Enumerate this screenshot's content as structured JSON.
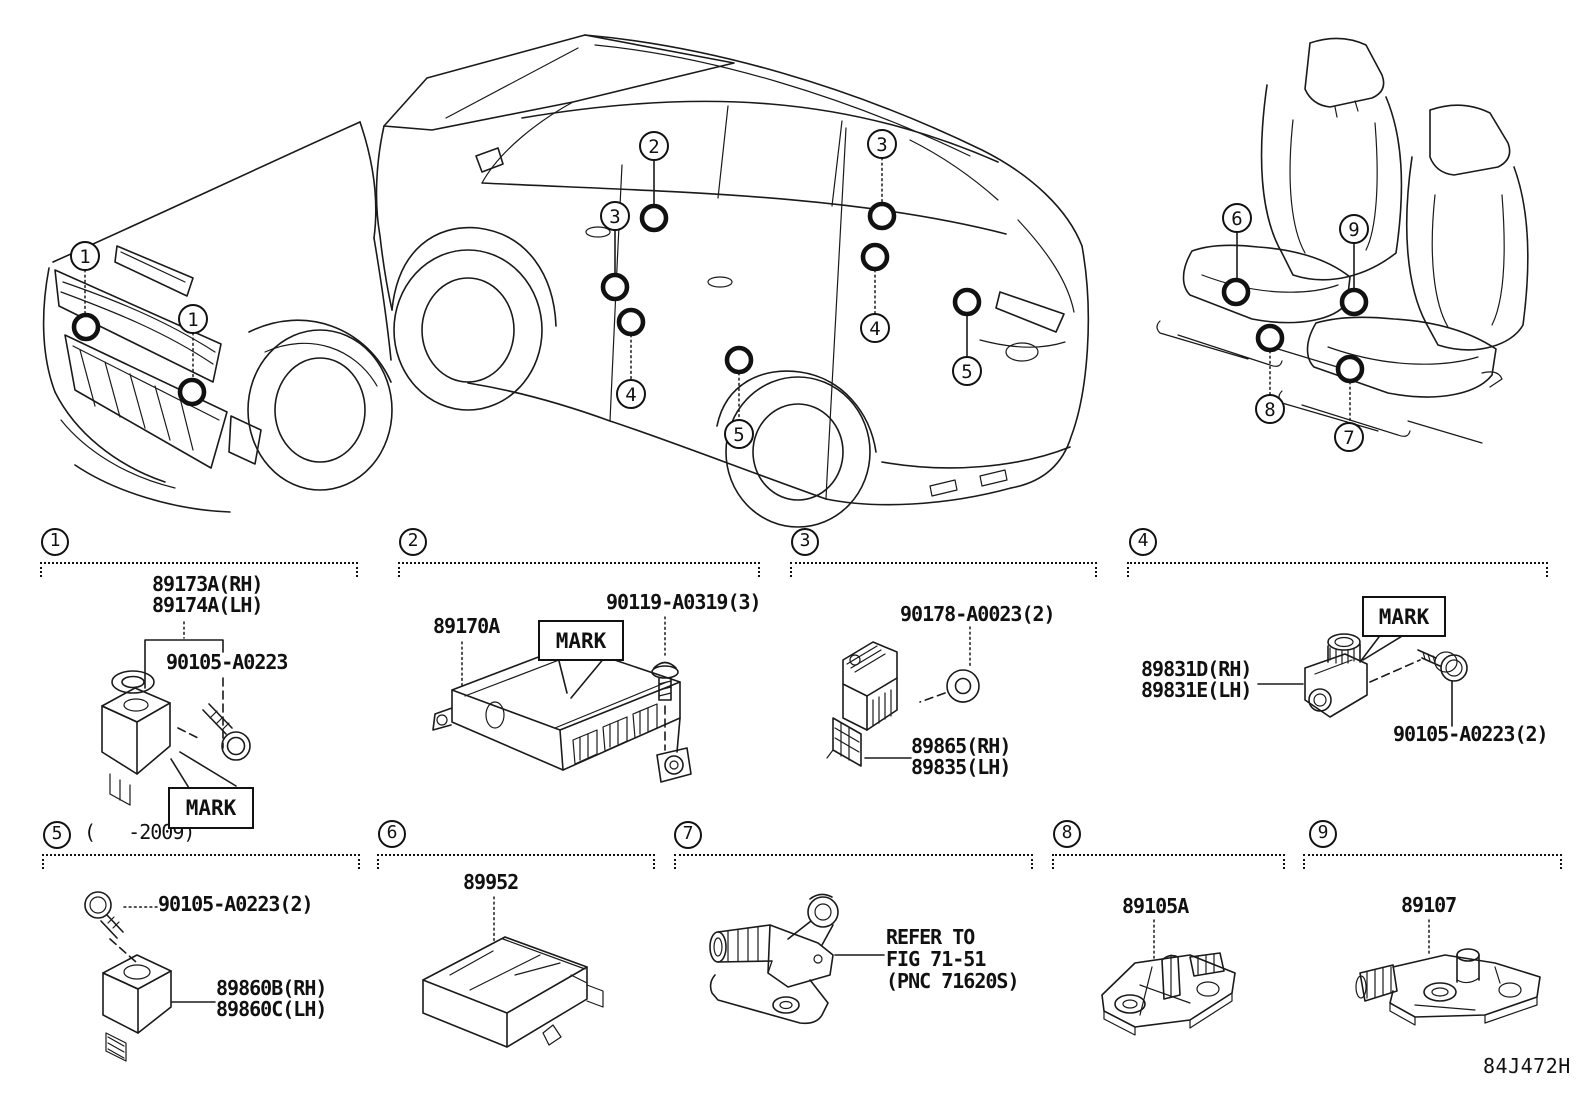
{
  "figure_code": "84J472H",
  "mark_label": "MARK",
  "views": {
    "front_callouts": [
      "1",
      "1"
    ],
    "side_callouts": [
      "2",
      "3",
      "4",
      "5",
      "3",
      "4",
      "5"
    ],
    "seat_callouts": [
      "6",
      "9",
      "8",
      "7"
    ]
  },
  "sections": {
    "s1": {
      "num": "1",
      "part_rh": "89173A(RH)",
      "part_lh": "89174A(LH)",
      "bolt": "90105-A0223",
      "mark": "MARK"
    },
    "s2": {
      "num": "2",
      "part": "89170A",
      "bolt": "90119-A0319(3)",
      "mark": "MARK"
    },
    "s3": {
      "num": "3",
      "nut": "90178-A0023(2)",
      "part_rh": "89865(RH)",
      "part_lh": "89835(LH)"
    },
    "s4": {
      "num": "4",
      "part_rh": "89831D(RH)",
      "part_lh": "89831E(LH)",
      "bolt": "90105-A0223(2)",
      "mark": "MARK"
    },
    "s5": {
      "num": "5",
      "note": "(   -2009)",
      "bolt": "90105-A0223(2)",
      "part_rh": "89860B(RH)",
      "part_lh": "89860C(LH)"
    },
    "s6": {
      "num": "6",
      "part": "89952"
    },
    "s7": {
      "num": "7",
      "ref_line1": "REFER TO",
      "ref_line2": "FIG 71-51",
      "ref_line3": "(PNC 71620S)"
    },
    "s8": {
      "num": "8",
      "part": "89105A"
    },
    "s9": {
      "num": "9",
      "part": "89107"
    }
  }
}
